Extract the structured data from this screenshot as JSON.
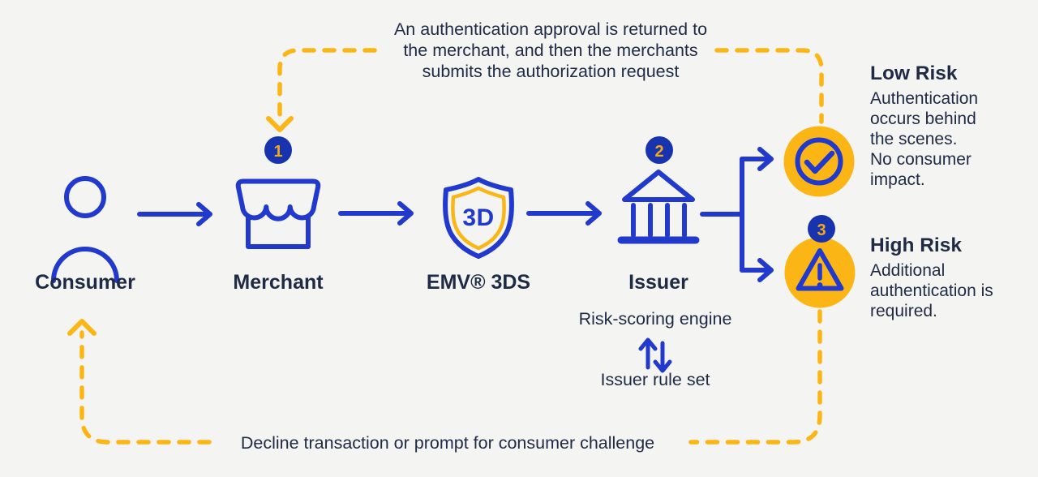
{
  "title": "EMV 3DS risk-based authentication flow",
  "colors": {
    "background": "#f4f4f2",
    "line_blue": "#2139cc",
    "badge_blue": "#1733ae",
    "accent_yellow": "#fbb616",
    "navy_text": "#1f2a44",
    "badge_number_gold": "#f2a71d"
  },
  "annotations": {
    "top_lines": [
      "An authentication approval is returned to",
      "the merchant, and then the merchants",
      "submits the authorization request"
    ],
    "bottom": "Decline transaction or prompt for consumer challenge"
  },
  "nodes": {
    "consumer": {
      "label": "Consumer"
    },
    "merchant": {
      "label": "Merchant",
      "badge": "1"
    },
    "emv3ds": {
      "label": "EMV® 3DS",
      "shield_text": "3D"
    },
    "issuer": {
      "label": "Issuer",
      "badge": "2"
    }
  },
  "issuer_engine": {
    "top": "Risk-scoring engine",
    "bottom": "Issuer rule set"
  },
  "outcomes": {
    "low_risk": {
      "title": "Low Risk",
      "body_1": "Authentication occurs behind the scenes.",
      "body_2": "No consumer impact."
    },
    "high_risk": {
      "badge": "3",
      "title": "High Risk",
      "body": "Additional authentication is required."
    }
  },
  "icons": {
    "consumer": "person-icon",
    "merchant": "storefront-icon",
    "emv3ds": "shield-icon",
    "issuer": "bank-icon",
    "low_risk": "check-circle-icon",
    "high_risk": "warning-triangle-icon"
  }
}
